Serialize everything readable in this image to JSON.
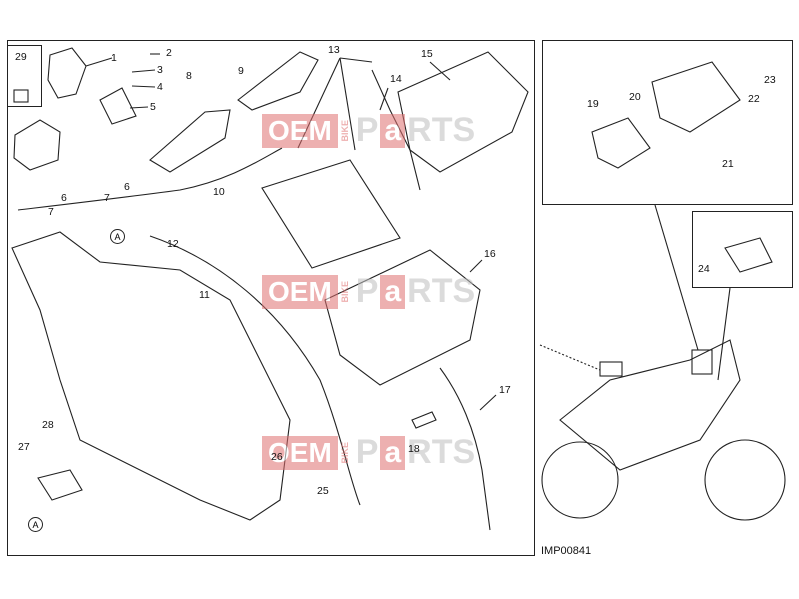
{
  "diagram": {
    "code": "IMP00841",
    "ref_marker": "A",
    "callouts": [
      "1",
      "2",
      "3",
      "4",
      "5",
      "6",
      "6",
      "7",
      "7",
      "8",
      "9",
      "10",
      "11",
      "12",
      "13",
      "14",
      "15",
      "16",
      "17",
      "18",
      "19",
      "20",
      "21",
      "22",
      "23",
      "24",
      "25",
      "26",
      "27",
      "28",
      "29"
    ],
    "watermark": {
      "oem": "OEM",
      "bike": "BIKE",
      "p": "P",
      "a": "a",
      "rts": "RTS"
    },
    "colors": {
      "line": "#222222",
      "watermark_red": "#e07070",
      "watermark_grey": "#bfbfbf"
    }
  }
}
